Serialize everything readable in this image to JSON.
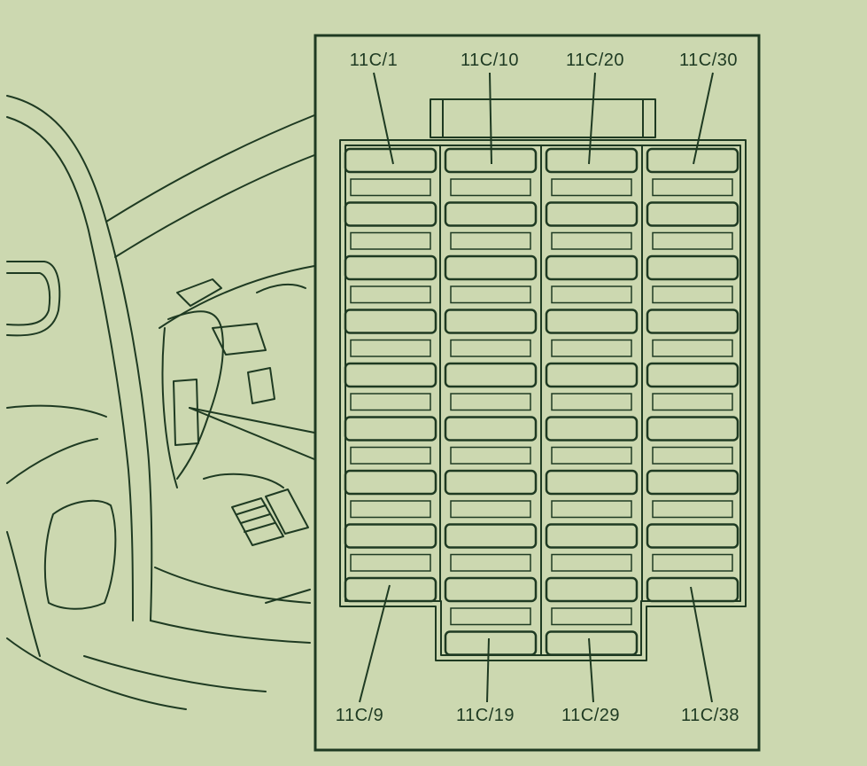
{
  "diagram": {
    "colors": {
      "background": "#ccd8b0",
      "ink": "#1e3a22",
      "fuse_fill": "#ccd8b0"
    },
    "labels": {
      "top": [
        "11C/1",
        "11C/10",
        "11C/20",
        "11C/30"
      ],
      "bottom": [
        "11C/9",
        "11C/19",
        "11C/29",
        "11C/38"
      ]
    },
    "fuse_columns": [
      {
        "count": 9
      },
      {
        "count": 10
      },
      {
        "count": 10
      },
      {
        "count": 9
      }
    ]
  }
}
